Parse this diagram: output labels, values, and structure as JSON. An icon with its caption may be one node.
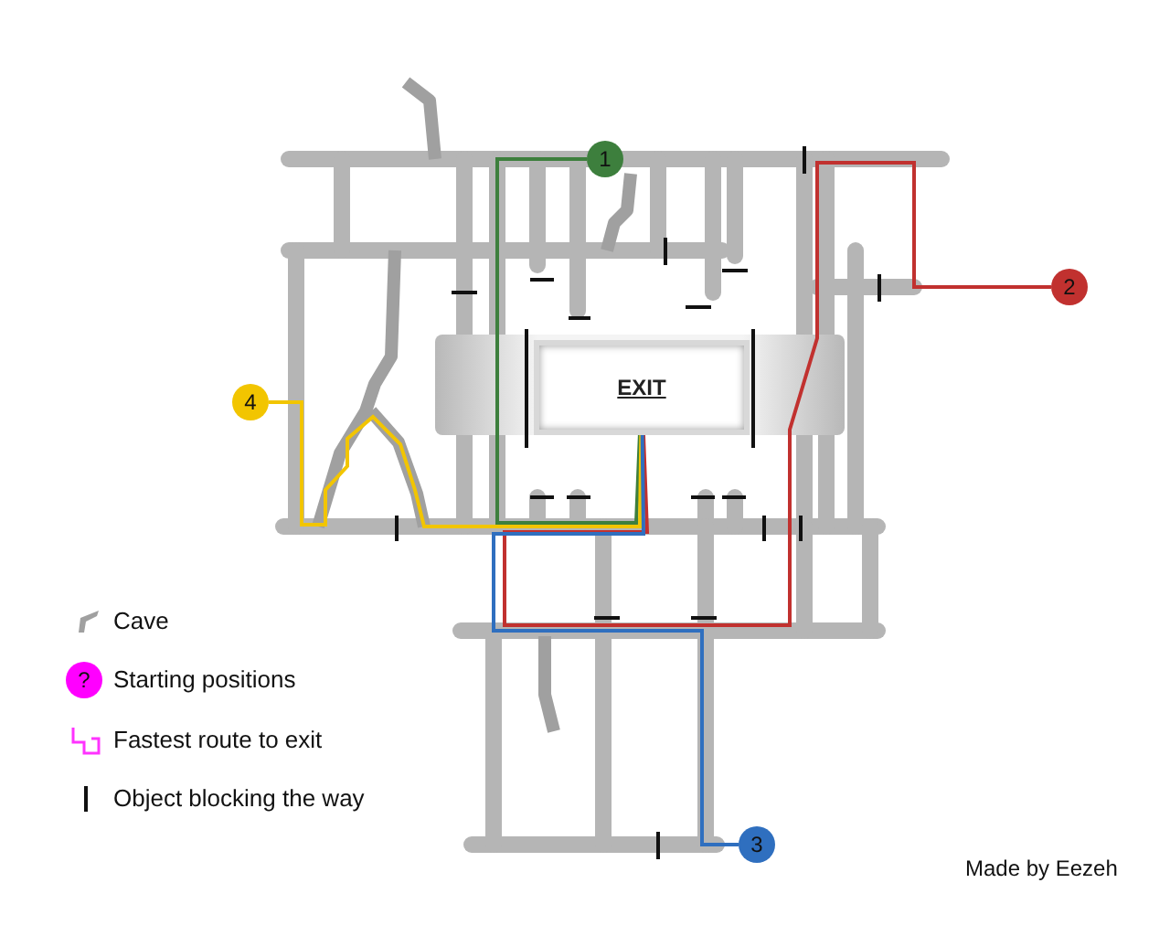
{
  "diagram": {
    "nodes": [
      {
        "text": [
          "1"
        ]
      },
      {
        "text": [
          "2"
        ]
      },
      {
        "text": [
          "4"
        ]
      },
      {
        "text": [
          "EXIT"
        ]
      },
      {
        "text": [
          "3"
        ]
      }
    ],
    "edges": [
      {
        "from": 0,
        "to": 3,
        "arrow": "none",
        "color": "#3d7f3d"
      },
      {
        "from": 1,
        "to": 3,
        "arrow": "none",
        "color": "#c1312f"
      },
      {
        "from": 2,
        "to": 3,
        "arrow": "none",
        "color": "#f2c500"
      },
      {
        "from": 4,
        "to": 3,
        "arrow": "none",
        "color": "#2f6fbf"
      }
    ],
    "labels": [
      "?",
      "Made by Eezeh"
    ],
    "legend": [
      {
        "text": "Cave"
      },
      {
        "text": "Starting positions"
      },
      {
        "text": "Fastest route to exit"
      },
      {
        "text": "Object blocking the way"
      }
    ]
  }
}
